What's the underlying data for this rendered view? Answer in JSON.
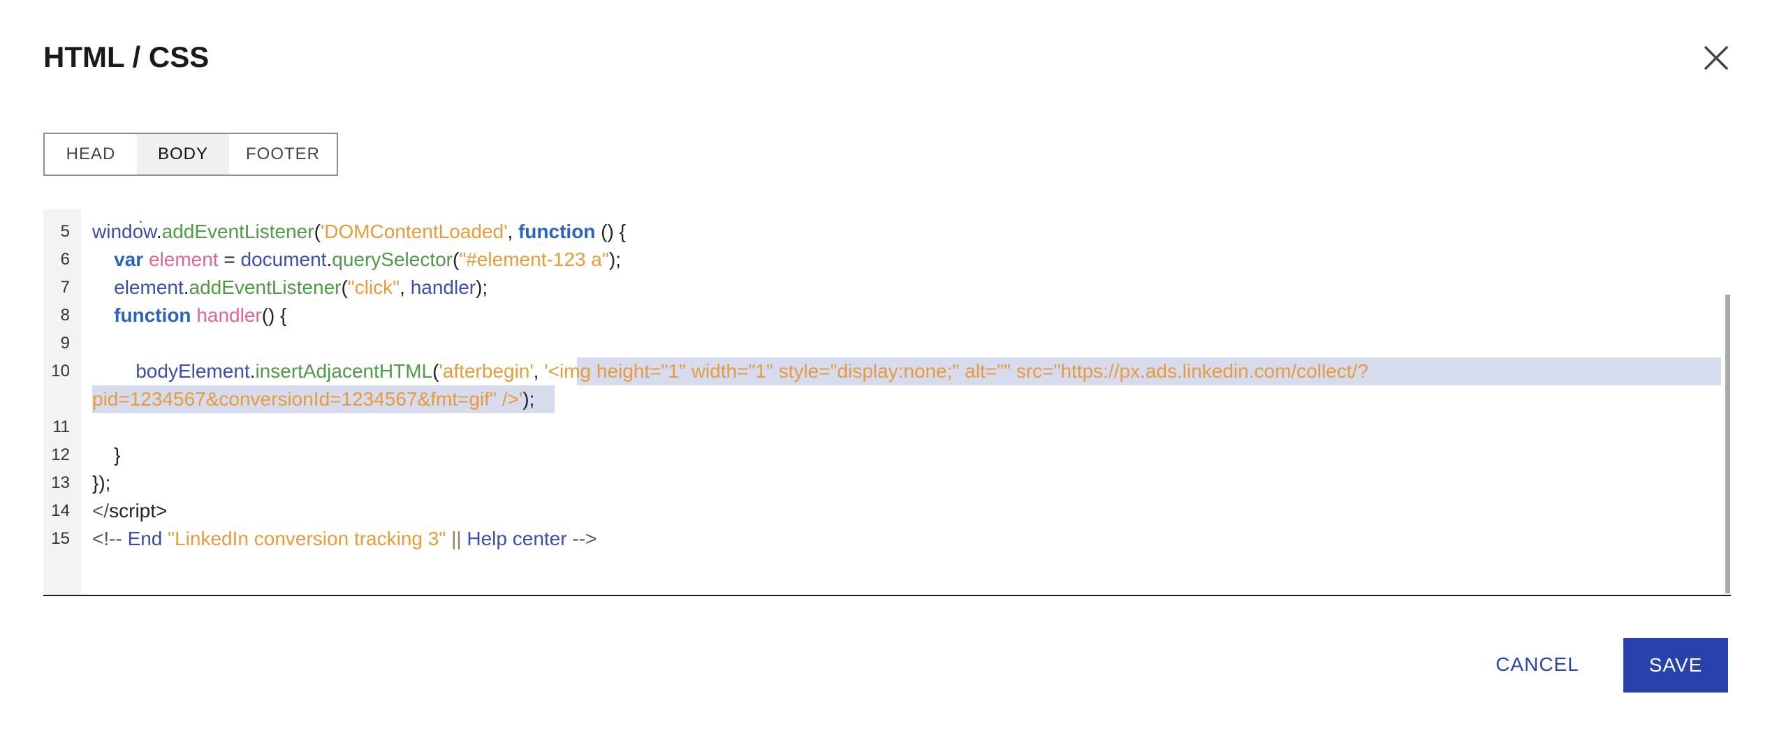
{
  "dialog": {
    "title": "HTML / CSS"
  },
  "tabs": [
    {
      "label": "HEAD"
    },
    {
      "label": "BODY"
    },
    {
      "label": "FOOTER"
    }
  ],
  "editor": {
    "line_numbers": [
      "5",
      "6",
      "7",
      "8",
      "9",
      "10",
      "11",
      "12",
      "13",
      "14",
      "15"
    ],
    "lines": {
      "l5": {
        "a": "window",
        "b": ".",
        "c": "addEventListener",
        "d": "(",
        "e": "'DOMContentLoaded'",
        "f": ", ",
        "g": "function",
        "h": " () {"
      },
      "l6": {
        "a": "    ",
        "b": "var",
        "c": " ",
        "d": "element",
        "e": " = ",
        "f": "document",
        "g": ".",
        "h": "querySelector",
        "i": "(",
        "j": "\"#element-123 a\"",
        "k": ");"
      },
      "l7": {
        "a": "    ",
        "b": "element",
        "c": ".",
        "d": "addEventListener",
        "e": "(",
        "f": "\"click\"",
        "g": ", ",
        "h": "handler",
        "i": ");"
      },
      "l8": {
        "a": "    ",
        "b": "function",
        "c": " ",
        "d": "handler",
        "e": "() {"
      },
      "l10": {
        "a": "        ",
        "b": "bodyElement",
        "c": ".",
        "d": "insertAdjacentHTML",
        "e": "(",
        "f": "'afterbegin'",
        "g": ", ",
        "h": "'",
        "i": "<img height=\"1\" width=\"1\" style=\"display:none;\" alt=\"\" src=\"https://px.ads.linkedin.com/collect/?"
      },
      "l10b": {
        "a": "pid=1234567&conversionId=1234567&fmt=gif\" />",
        "b": "'",
        "c": ");"
      },
      "l12": {
        "a": "    }"
      },
      "l13": {
        "a": "});"
      },
      "l14": {
        "a": "</",
        "b": "script>"
      },
      "l15": {
        "a": "<!-- ",
        "b": "End",
        "c": " ",
        "d": "\"LinkedIn conversion tracking 3\"",
        "e": " ",
        "f": "||",
        "g": " ",
        "h": "Help center",
        "i": " ",
        "j": "-->"
      }
    }
  },
  "actions": {
    "cancel_label": "CANCEL",
    "save_label": "SAVE"
  },
  "colors": {
    "keyword": "#2a63c0",
    "object": "#3b4ea8",
    "function": "#4e9a45",
    "string": "#e99b3b",
    "variable": "#e0668f",
    "selection": "#d6dbee",
    "primary_button": "#2942ab"
  },
  "icons": {
    "close": "close-icon"
  }
}
